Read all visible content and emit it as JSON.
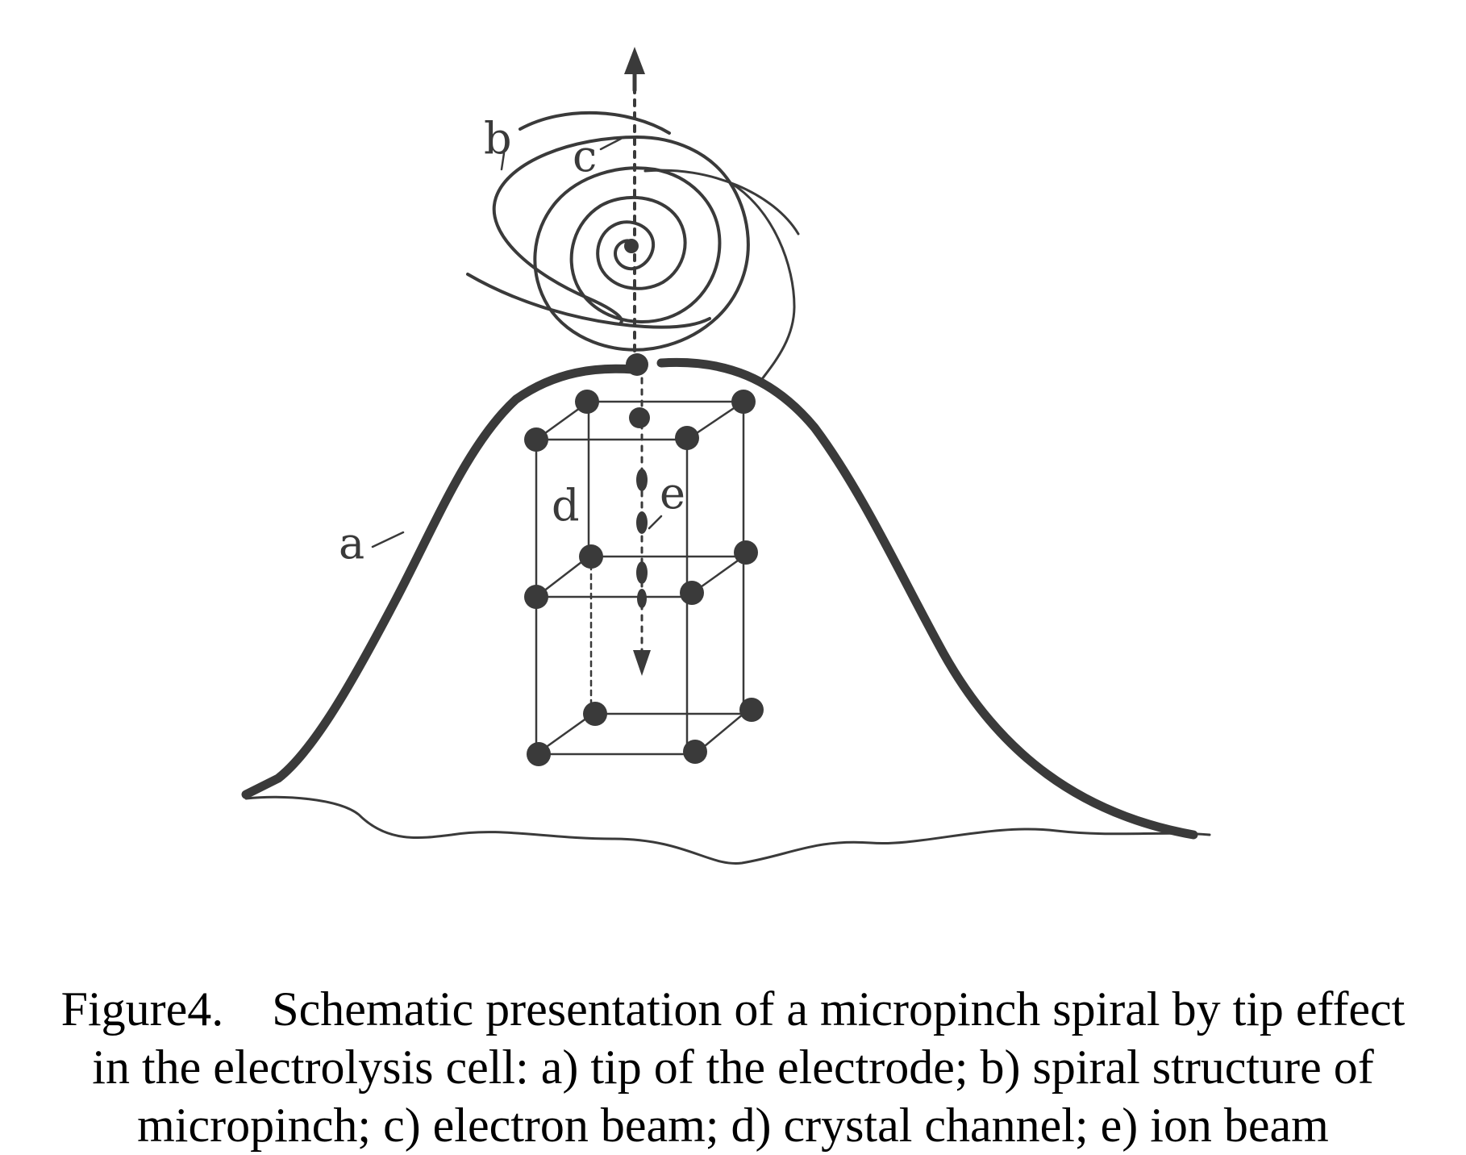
{
  "colors": {
    "ink": "#3a3a3a",
    "background": "#ffffff",
    "caption": "#000000"
  },
  "labels": {
    "a": "a",
    "b": "b",
    "c": "c",
    "d": "d",
    "e": "e"
  },
  "caption": {
    "line1": "Figure4.    Schematic presentation of a micropinch spiral by tip effect",
    "line2": "in the electrolysis cell: a) tip of the electrode; b) spiral structure of",
    "line3": "micropinch; c) electron beam; d) crystal channel; e) ion beam"
  }
}
